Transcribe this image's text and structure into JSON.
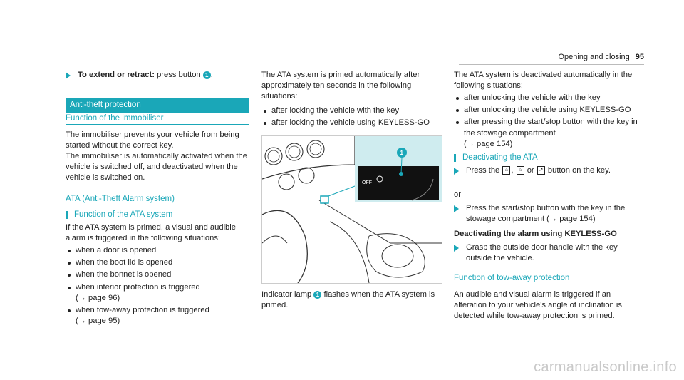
{
  "header": {
    "title": "Opening and closing",
    "page": "95"
  },
  "col1": {
    "step": {
      "bold": "To extend or retract:",
      "text": " press button ",
      "suffix": ".",
      "num": "1"
    },
    "section_title": "Anti-theft protection",
    "immobiliser_title": "Function of the immobiliser",
    "immobiliser_p1": "The immobiliser prevents your vehicle from being started without the correct key.",
    "immobiliser_p2": "The immobiliser is automatically activated when the vehicle is switched off, and deactivated when the vehicle is switched on.",
    "ata_title": "ATA (Anti-Theft Alarm system)",
    "ata_function_title": "Function of the ATA system",
    "ata_intro": "If the ATA system is primed, a visual and audible alarm is triggered in the following situations:",
    "ata_items": [
      "when a door is opened",
      "when the boot lid is opened",
      "when the bonnet is opened",
      "when interior protection is triggered",
      "when tow-away protection is triggered"
    ],
    "ata_item4_ref": "(→ page 96)",
    "ata_item5_ref": "(→ page 95)"
  },
  "col2": {
    "intro": "The ATA system is primed automatically after approximately ten seconds in the following situations:",
    "items": [
      "after locking the vehicle with the key",
      "after locking the vehicle using KEYLESS-GO"
    ],
    "illus_label": "OFF",
    "caption_prefix": "Indicator lamp ",
    "caption_num": "1",
    "caption_suffix": " flashes when the ATA system is primed."
  },
  "col3": {
    "intro": "The ATA system is deactivated automatically in the following situations:",
    "items": [
      "after unlocking the vehicle with the key",
      "after unlocking the vehicle using KEYLESS-GO",
      "after pressing the start/stop button with the key in the stowage compartment"
    ],
    "item3_ref": "(→ page 154)",
    "deact_title": "Deactivating the ATA",
    "step1_prefix": "Press the ",
    "step1_suffix": " button on the key.",
    "or": "or",
    "step2": "Press the start/stop button with the key in the stowage compartment (→ page 154)",
    "keyless_title": "Deactivating the alarm using KEYLESS-GO",
    "step3": "Grasp the outside door handle with the key outside the vehicle.",
    "tow_title": "Function of tow-away protection",
    "tow_text": "An audible and visual alarm is triggered if an alteration to your vehicle's angle of inclination is detected while tow-away protection is primed."
  },
  "watermark": "carmanualsonline.info"
}
